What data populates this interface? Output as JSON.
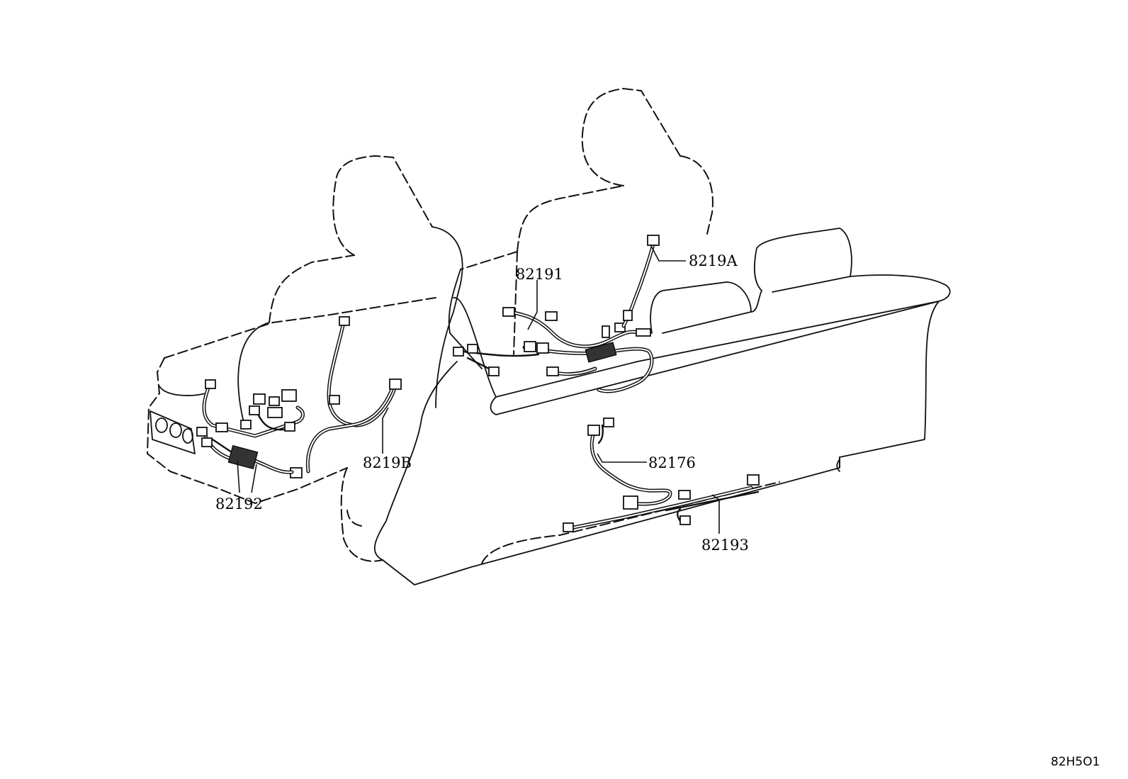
{
  "callouts": {
    "c82191": "82191",
    "c8219A": "8219A",
    "c8219B": "8219B",
    "c82176": "82176",
    "c82192": "82192",
    "c82193": "82193"
  },
  "reference_code": "82H5O1"
}
